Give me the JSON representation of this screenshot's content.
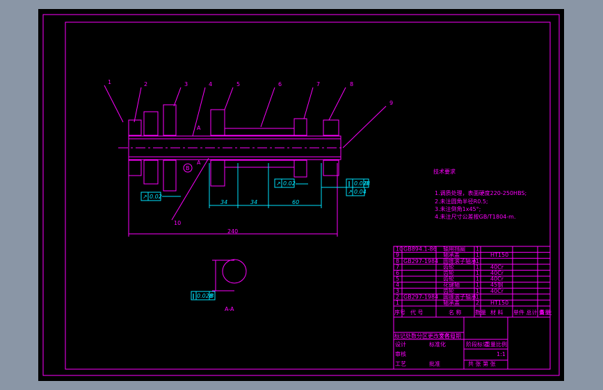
{
  "drawing": {
    "part_labels": [
      "1",
      "2",
      "3",
      "4",
      "5",
      "6",
      "7",
      "8",
      "9",
      "10"
    ],
    "section_mark": "A",
    "datum_label": "B",
    "section_title": "A-A",
    "dimensions": {
      "d1": "34",
      "d2": "34",
      "d3": "60",
      "overall": "240"
    },
    "tolerances": [
      {
        "symbol": "↗",
        "value": "0.02"
      },
      {
        "symbol": "↗",
        "value": "0.02"
      },
      {
        "symbol": "∥",
        "value": "0.028",
        "datum": "B"
      },
      {
        "symbol": "↗",
        "value": "0.04"
      },
      {
        "symbol": "∥",
        "value": "0.028",
        "datum": "B"
      }
    ],
    "tech_requirements": {
      "title": "技术要求",
      "items": [
        "1.调质处理，表面硬度220-250HBS;",
        "2.未注圆角半径R0.5;",
        "3.未注倒角1x45°;",
        "4.未注尺寸公差按GB/T1804-m."
      ]
    },
    "bom": {
      "headers": {
        "seq": "序号",
        "code": "代 号",
        "name": "名 称",
        "qty": "数量",
        "material": "材 料",
        "weight": "单件 总计 重量",
        "remark": "备 注"
      },
      "rows": [
        {
          "seq": "10",
          "code": "GB894.1-86",
          "name": "轴用挡圈",
          "qty": "1",
          "material": ""
        },
        {
          "seq": "9",
          "code": "",
          "name": "轴承盖",
          "qty": "1",
          "material": "HT150"
        },
        {
          "seq": "8",
          "code": "GB297-1984",
          "name": "圆锥滚子轴承",
          "qty": "1",
          "material": ""
        },
        {
          "seq": "7",
          "code": "",
          "name": "齿轮",
          "qty": "1",
          "material": "40Cr"
        },
        {
          "seq": "6",
          "code": "",
          "name": "齿轮",
          "qty": "1",
          "material": "40Cr"
        },
        {
          "seq": "5",
          "code": "",
          "name": "齿轮",
          "qty": "1",
          "material": "40Cr"
        },
        {
          "seq": "4",
          "code": "",
          "name": "花键轴",
          "qty": "1",
          "material": "45钢"
        },
        {
          "seq": "3",
          "code": "",
          "name": "齿轮",
          "qty": "1",
          "material": "40Cr"
        },
        {
          "seq": "2",
          "code": "GB297-1984",
          "name": "圆锥滚子轴承",
          "qty": "1",
          "material": ""
        },
        {
          "seq": "1",
          "code": "",
          "name": "轴承盖",
          "qty": "2",
          "material": "HT150"
        }
      ]
    },
    "title_block": {
      "rev_headers": [
        "标记",
        "处数",
        "分区",
        "更改文件号",
        "签名",
        "日期"
      ],
      "roles": [
        "设计",
        "审核",
        "工艺"
      ],
      "std": "标准化",
      "approve": "批准",
      "stage": "阶段标记",
      "weight": "重量",
      "scale_label": "比例",
      "scale": "1:1",
      "sheets": "共 张 第 张"
    }
  }
}
